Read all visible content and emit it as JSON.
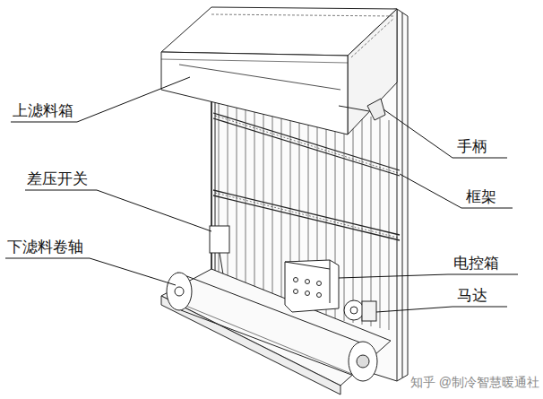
{
  "diagram": {
    "labels": [
      "上滤料箱",
      "差压开关",
      "下滤料卷轴",
      "手柄",
      "框架",
      "电控箱",
      "马达",
      "知乎 @制冷智慧暖通社"
    ]
  }
}
